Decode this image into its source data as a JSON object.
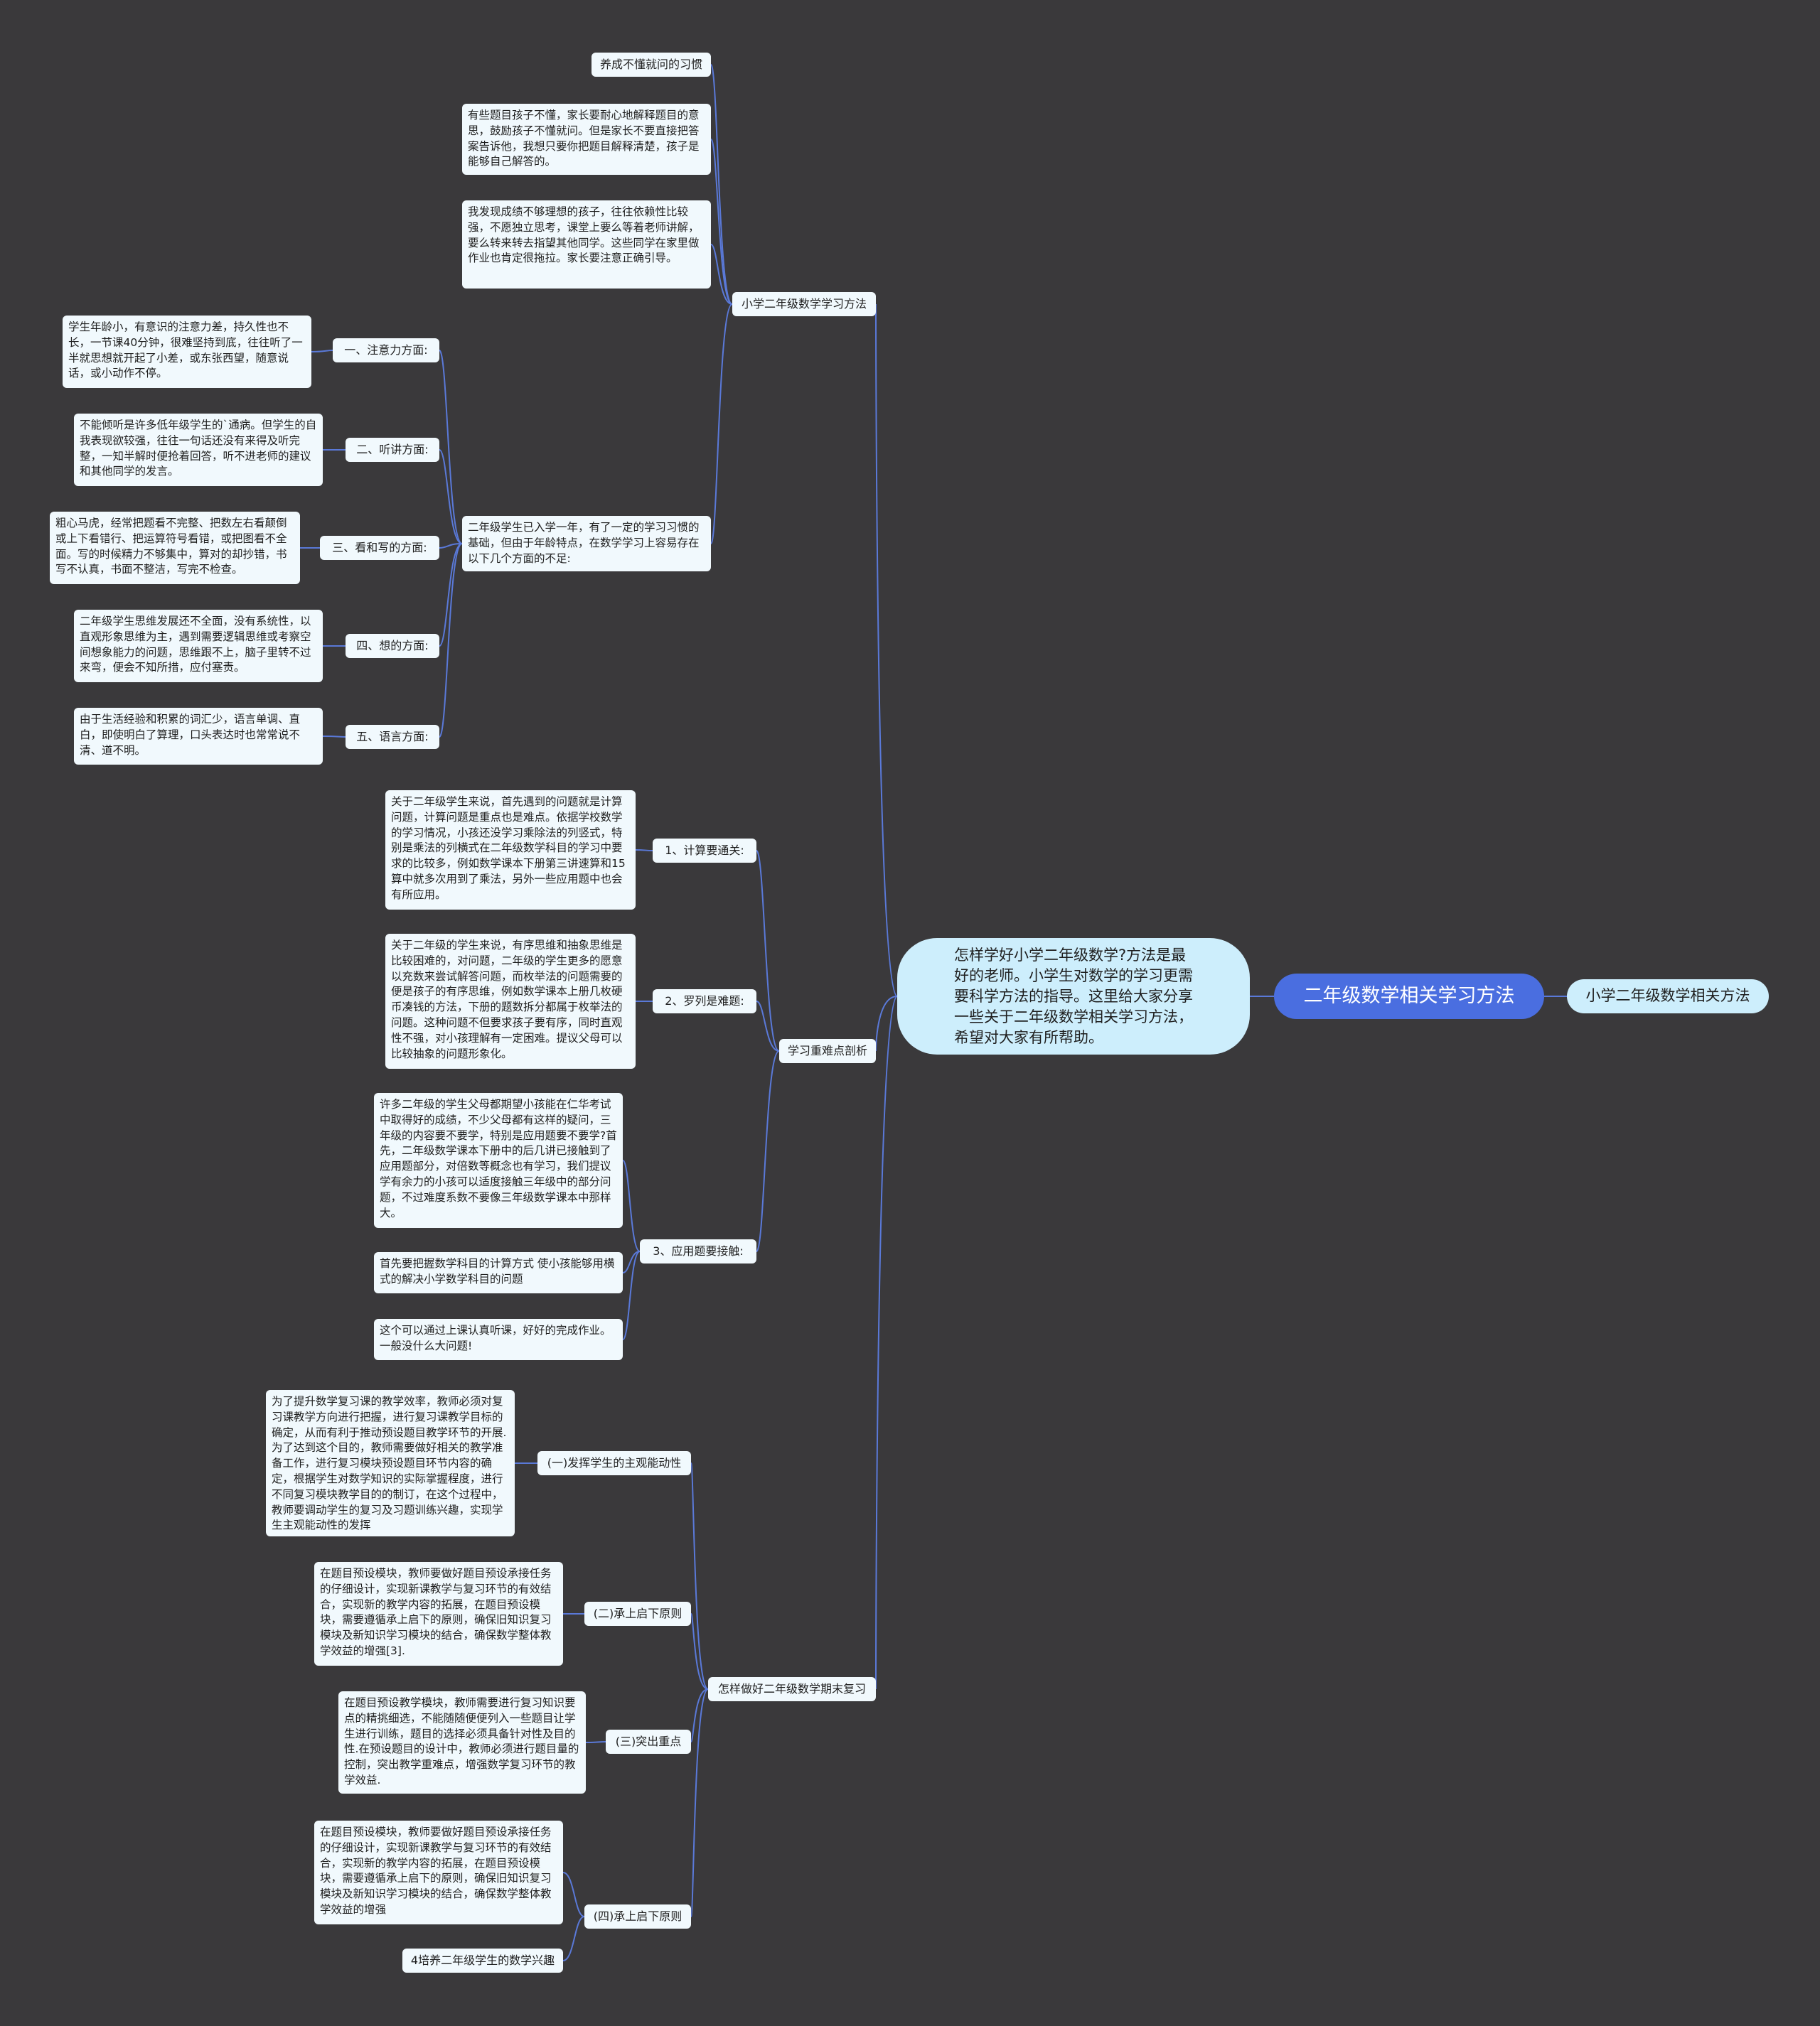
{
  "root": {
    "label": "二年级数学相关学习方法"
  },
  "intro": {
    "text": "怎样学好小学二年级数学?方法是最好的老师。小学生对数学的学习更需要科学方法的指导。这里给大家分享一些关于二年级数学相关学习方法，希望对大家有所帮助。"
  },
  "right_node": {
    "label": "小学二年级数学相关方法"
  },
  "branch_methods": {
    "label": "小学二年级数学学习方法",
    "habit": "养成不懂就问的习惯",
    "p1": "有些题目孩子不懂，家长要耐心地解释题目的意思，鼓励孩子不懂就问。但是家长不要直接把答案告诉他，我想只要你把题目解释清楚，孩子是能够自己解答的。",
    "p2": "我发现成绩不够理想的孩子，往往依赖性比较强，不愿独立思考，课堂上要么等着老师讲解，要么转来转去指望其他同学。这些同学在家里做作业也肯定很拖拉。家长要注意正确引导。",
    "p3": "二年级学生已入学一年，有了一定的学习习惯的基础，但由于年龄特点，在数学学习上容易存在以下几个方面的不足:",
    "aspects": [
      {
        "label": "一、注意力方面:",
        "text": "学生年龄小，有意识的注意力差，持久性也不长，一节课40分钟，很难坚持到底，往往听了一半就思想就开起了小差，或东张西望，随意说话，或小动作不停。"
      },
      {
        "label": "二、听讲方面:",
        "text": "不能倾听是许多低年级学生的`通病。但学生的自我表现欲较强，往往一句话还没有来得及听完整，一知半解时便抢着回答，听不进老师的建议和其他同学的发言。"
      },
      {
        "label": "三、看和写的方面:",
        "text": "粗心马虎，经常把题看不完整、把数左右看颠倒或上下看错行、把运算符号看错，或把图看不全面。写的时候精力不够集中，算对的却抄错，书写不认真，书面不整洁，写完不检查。"
      },
      {
        "label": "四、想的方面:",
        "text": "二年级学生思维发展还不全面，没有系统性，以直观形象思维为主，遇到需要逻辑思维或考察空间想象能力的问题，思维跟不上，脑子里转不过来弯，便会不知所措，应付塞责。"
      },
      {
        "label": "五、语言方面:",
        "text": "由于生活经验和积累的词汇少，语言单调、直白，即使明白了算理，口头表达时也常常说不清、道不明。"
      }
    ]
  },
  "branch_difficulty": {
    "label": "学习重难点剖析",
    "items": [
      {
        "label": "1、计算要通关:",
        "texts": [
          "关于二年级学生来说，首先遇到的问题就是计算问题，计算问题是重点也是难点。依据学校数学的学习情况，小孩还没学习乘除法的列竖式，特别是乘法的列横式在二年级数学科目的学习中要求的比较多，例如数学课本下册第三讲速算和15算中就多次用到了乘法，另外一些应用题中也会有所应用。"
        ]
      },
      {
        "label": "2、罗列是难题:",
        "texts": [
          "关于二年级的学生来说，有序思维和抽象思维是比较困难的，对问题，二年级的学生更多的愿意以充数来尝试解答问题，而枚举法的问题需要的便是孩子的有序思维，例如数学课本上册几枚硬币凑钱的方法，下册的题数拆分都属于枚举法的问题。这种问题不但要求孩子要有序，同时直观性不强，对小孩理解有一定困难。提议父母可以比较抽象的问题形象化。"
        ]
      },
      {
        "label": "3、应用题要接触:",
        "texts": [
          "许多二年级的学生父母都期望小孩能在仁华考试中取得好的成绩，不少父母都有这样的疑问，三年级的内容要不要学，特别是应用题要不要学?首先，二年级数学课本下册中的后几讲已接触到了应用题部分，对倍数等概念也有学习，我们提议学有余力的小孩可以适度接触三年级中的部分问题，不过难度系数不要像三年级数学课本中那样大。",
          "首先要把握数学科目的计算方式 使小孩能够用横式的解决小学数学科目的问题",
          "这个可以通过上课认真听课，好好的完成作业。一般没什么大问题!"
        ]
      }
    ]
  },
  "branch_review": {
    "label": "怎样做好二年级数学期末复习",
    "items": [
      {
        "label": "(一)发挥学生的主观能动性",
        "texts": [
          "为了提升数学复习课的教学效率，教师必须对复习课教学方向进行把握，进行复习课教学目标的确定，从而有利于推动预设题目教学环节的开展.为了达到这个目的，教师需要做好相关的教学准备工作，进行复习模块预设题目环节内容的确定，根据学生对数学知识的实际掌握程度，进行不同复习模块教学目的的制订，在这个过程中，教师要调动学生的复习及习题训练兴趣，实现学生主观能动性的发挥"
        ]
      },
      {
        "label": "(二)承上启下原则",
        "texts": [
          "在题目预设模块，教师要做好题目预设承接任务的仔细设计，实现新课教学与复习环节的有效结合，实现新的教学内容的拓展，在题目预设模块，需要遵循承上启下的原则，确保旧知识复习模块及新知识学习模块的结合，确保数学整体教学效益的增强[3]."
        ]
      },
      {
        "label": "(三)突出重点",
        "texts": [
          "在题目预设教学模块，教师需要进行复习知识要点的精挑细选，不能随随便便列入一些题目让学生进行训练，题目的选择必须具备针对性及目的性.在预设题目的设计中，教师必须进行题目量的控制，突出教学重难点，增强数学复习环节的教学效益."
        ]
      },
      {
        "label": "(四)承上启下原则",
        "texts": [
          "在题目预设模块，教师要做好题目预设承接任务的仔细设计，实现新课教学与复习环节的有效结合，实现新的教学内容的拓展，在题目预设模块，需要遵循承上启下的原则，确保旧知识复习模块及新知识学习模块的结合，确保数学整体教学效益的增强",
          "4培养二年级学生的数学兴趣"
        ]
      }
    ]
  },
  "colors": {
    "background": "#3a393b",
    "line": "#5a79d8",
    "root": "#4a6ee0",
    "node": "#f1f9fd",
    "intro": "#cdeefc"
  }
}
